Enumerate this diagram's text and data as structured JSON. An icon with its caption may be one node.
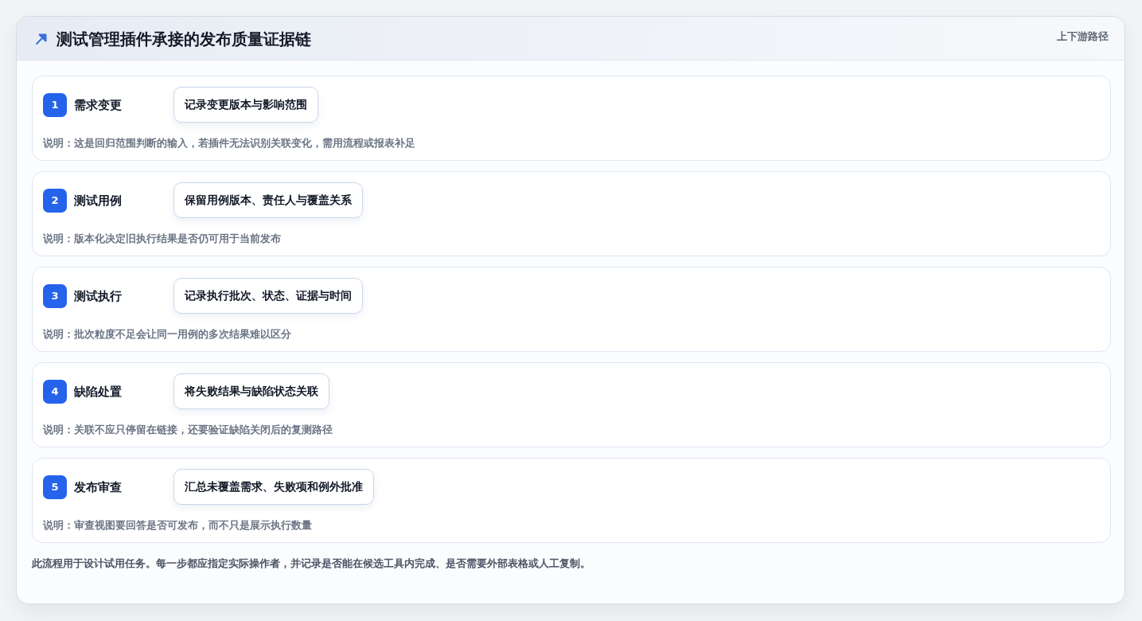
{
  "diagram": {
    "title": "测试管理插件承接的发布质量证据链",
    "nodes": [
      {
        "text": [
          "需求变更",
          "说明：这是回归范围判断的输入，若插件无法识别关联变化，需用流程或报表补足"
        ]
      },
      {
        "text": [
          "1"
        ],
        "in": 0
      },
      {
        "text": [
          "记录变更版本与影响范围"
        ],
        "in": 0
      },
      {
        "text": [
          "测试用例",
          "说明：版本化决定旧执行结果是否仍可用于当前发布"
        ]
      },
      {
        "text": [
          "2"
        ],
        "in": 3
      },
      {
        "text": [
          "保留用例版本、责任人与覆盖关系"
        ],
        "in": 3
      },
      {
        "text": [
          "测试执行",
          "说明：批次粒度不足会让同一用例的多次结果难以区分"
        ]
      },
      {
        "text": [
          "3"
        ],
        "in": 6
      },
      {
        "text": [
          "记录执行批次、状态、证据与时间"
        ],
        "in": 6
      },
      {
        "text": [
          "缺陷处置",
          "说明：关联不应只停留在链接，还要验证缺陷关闭后的复测路径"
        ]
      },
      {
        "text": [
          "4"
        ],
        "in": 9
      },
      {
        "text": [
          "将失败结果与缺陷状态关联"
        ],
        "in": 9
      },
      {
        "text": [
          "发布审查",
          "说明：审查视图要回答是否可发布，而不只是展示执行数量"
        ]
      },
      {
        "text": [
          "5"
        ],
        "in": 12
      },
      {
        "text": [
          "汇总未覆盖需求、失败项和例外批准"
        ],
        "in": 12
      }
    ],
    "labels": [
      "上下游路径"
    ],
    "caption": "此流程用于设计试用任务。每一步都应指定实际操作者，并记录是否能在候选工具内完成、是否需要外部表格或人工复制。"
  }
}
